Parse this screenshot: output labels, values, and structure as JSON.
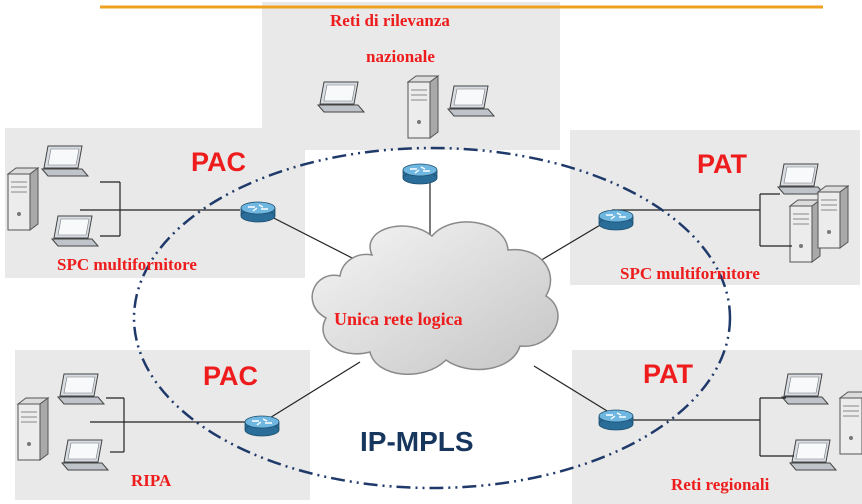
{
  "national": {
    "title_line1": "Reti di rilevanza",
    "title_line2": "nazionale"
  },
  "top_left": {
    "code": "PAC",
    "caption": "SPC multifornitore"
  },
  "top_right": {
    "code": "PAT",
    "caption": "SPC multifornitore"
  },
  "bottom_left": {
    "code": "PAC",
    "caption": "RIPA"
  },
  "bottom_right": {
    "code": "PAT",
    "caption": "Reti regionali"
  },
  "cloud": {
    "label": "Unica rete logica"
  },
  "core": {
    "label": "IP-MPLS"
  },
  "colors": {
    "accent_line": "#f0a020",
    "label_red": "#ee1c1c",
    "core_blue": "#17365d",
    "ellipse": "#1f3a6a",
    "router": "#3a8fc0",
    "box_bg": "#e9e9e9"
  }
}
